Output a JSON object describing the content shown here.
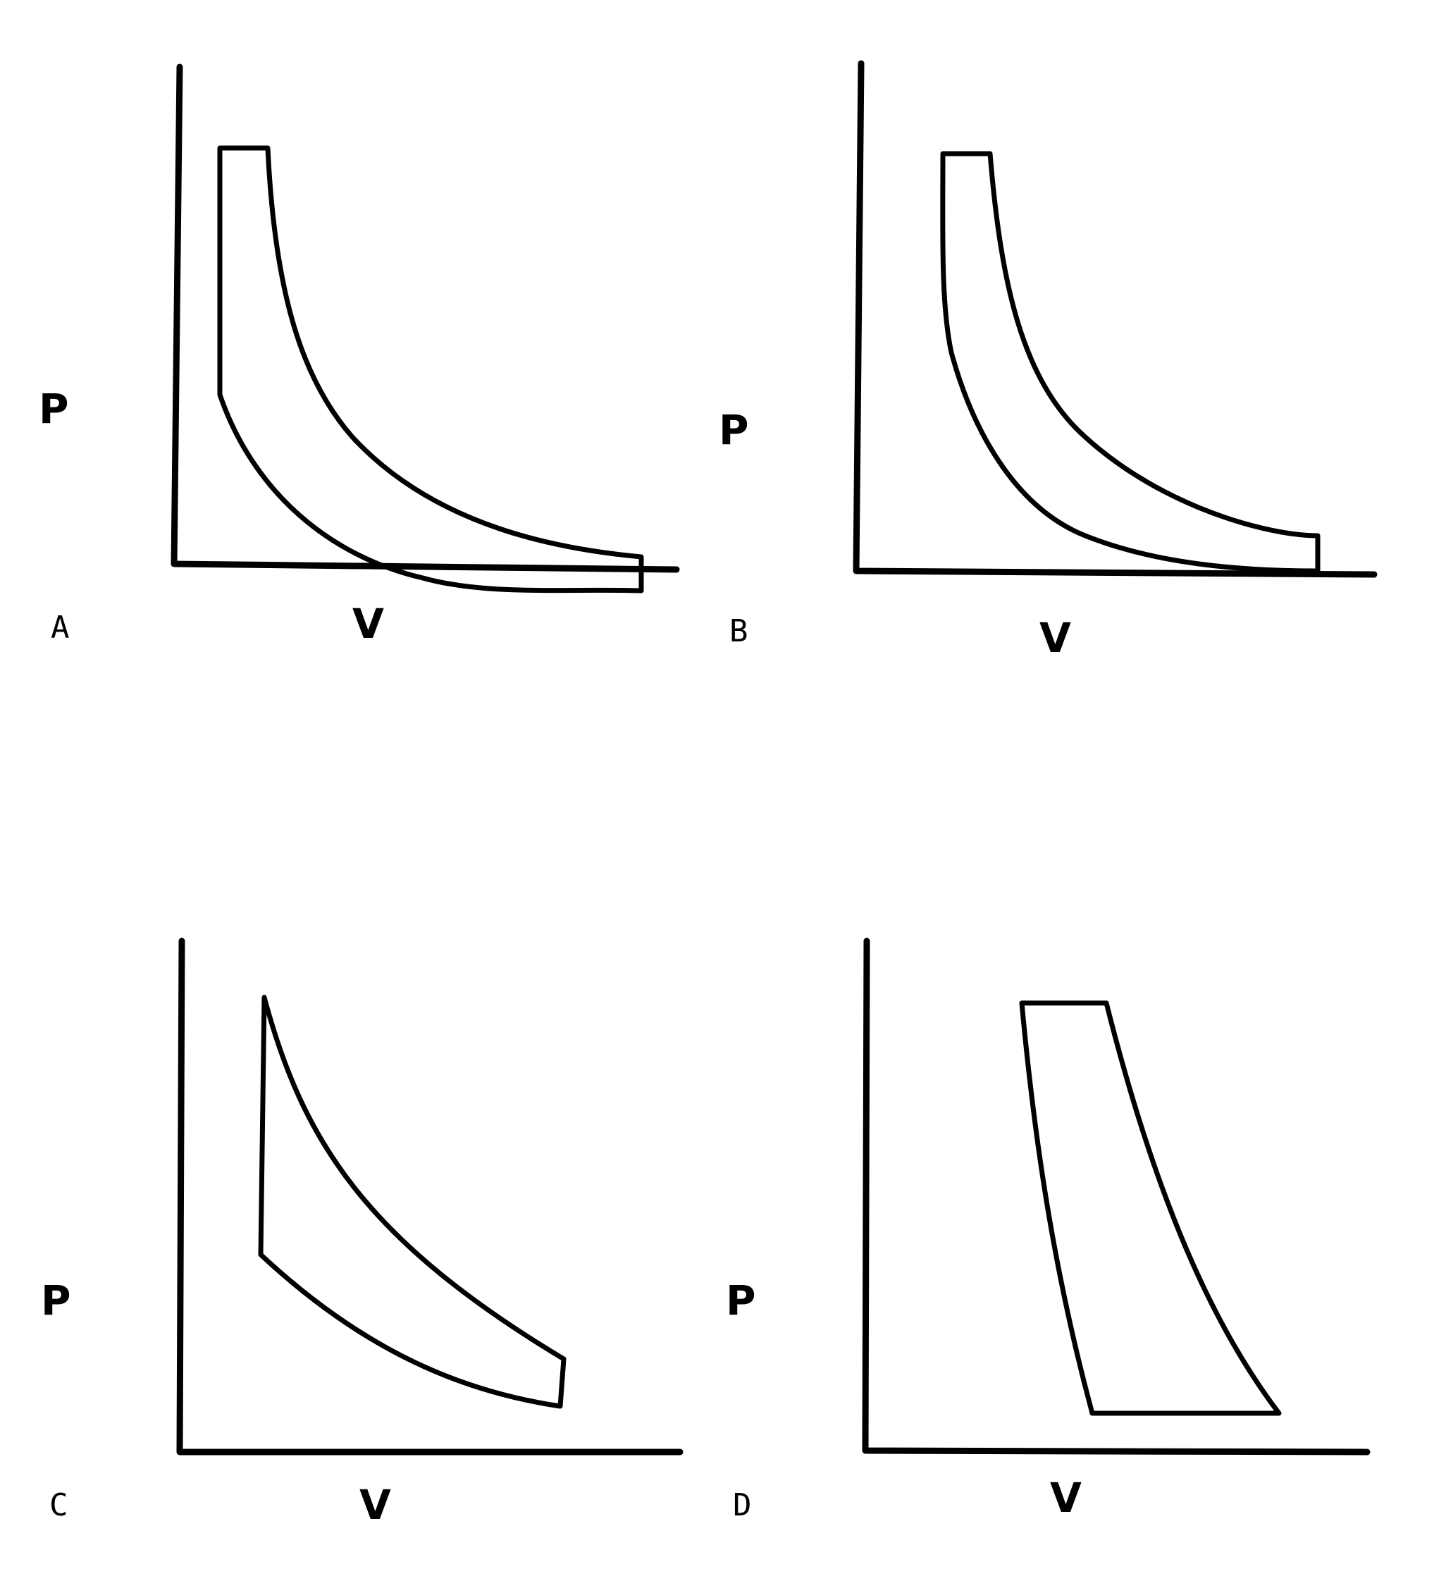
{
  "style": {
    "ink": "#000000",
    "background": "#ffffff"
  },
  "panels": [
    {
      "id": "A",
      "letter": "A",
      "y_axis_label": "P",
      "x_axis_label": "V"
    },
    {
      "id": "B",
      "letter": "B",
      "y_axis_label": "P",
      "x_axis_label": "V"
    },
    {
      "id": "C",
      "letter": "C",
      "y_axis_label": "P",
      "x_axis_label": "V"
    },
    {
      "id": "D",
      "letter": "D",
      "y_axis_label": "P",
      "x_axis_label": "V"
    }
  ]
}
